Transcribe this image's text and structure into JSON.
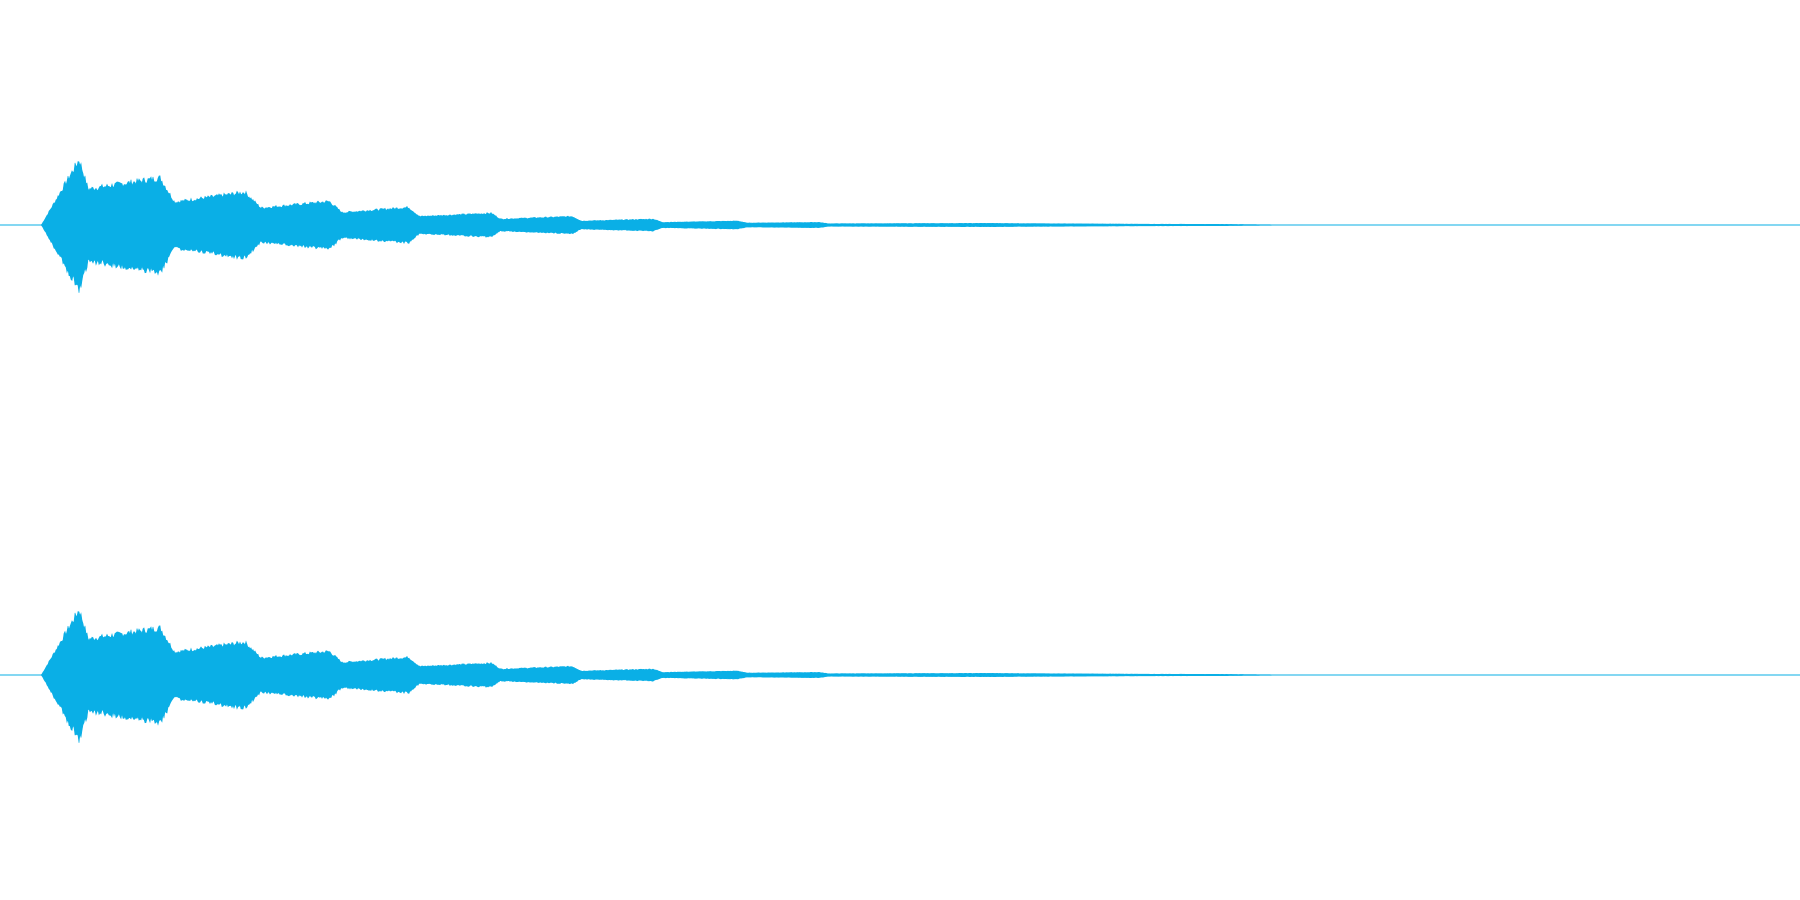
{
  "waveform": {
    "color": "#0aafe6",
    "background": "#ffffff",
    "channels": [
      {
        "name": "channel-1"
      },
      {
        "name": "channel-2"
      }
    ],
    "envelope": {
      "description_free": true,
      "peak_amplitude": 1.0,
      "segments": [
        {
          "start": 0.023,
          "peak": 0.044,
          "end": 0.049,
          "amp_start": 0.0,
          "amp_peak": 1.0,
          "amp_end": 0.55
        },
        {
          "start": 0.049,
          "peak": 0.089,
          "end": 0.097,
          "amp_start": 0.55,
          "amp_peak": 0.72,
          "amp_end": 0.35
        },
        {
          "start": 0.097,
          "peak": 0.136,
          "end": 0.145,
          "amp_start": 0.35,
          "amp_peak": 0.5,
          "amp_end": 0.26
        },
        {
          "start": 0.145,
          "peak": 0.183,
          "end": 0.19,
          "amp_start": 0.26,
          "amp_peak": 0.36,
          "amp_end": 0.19
        },
        {
          "start": 0.19,
          "peak": 0.227,
          "end": 0.233,
          "amp_start": 0.19,
          "amp_peak": 0.27,
          "amp_end": 0.13
        },
        {
          "start": 0.233,
          "peak": 0.273,
          "end": 0.278,
          "amp_start": 0.13,
          "amp_peak": 0.18,
          "amp_end": 0.09
        },
        {
          "start": 0.278,
          "peak": 0.318,
          "end": 0.323,
          "amp_start": 0.09,
          "amp_peak": 0.13,
          "amp_end": 0.06
        },
        {
          "start": 0.323,
          "peak": 0.363,
          "end": 0.368,
          "amp_start": 0.06,
          "amp_peak": 0.09,
          "amp_end": 0.04
        },
        {
          "start": 0.368,
          "peak": 0.41,
          "end": 0.415,
          "amp_start": 0.04,
          "amp_peak": 0.06,
          "amp_end": 0.03
        },
        {
          "start": 0.415,
          "peak": 0.455,
          "end": 0.46,
          "amp_start": 0.03,
          "amp_peak": 0.04,
          "amp_end": 0.02
        },
        {
          "start": 0.46,
          "peak": 0.55,
          "end": 0.64,
          "amp_start": 0.02,
          "amp_peak": 0.025,
          "amp_end": 0.012
        },
        {
          "start": 0.64,
          "peak": 0.68,
          "end": 0.725,
          "amp_start": 0.012,
          "amp_peak": 0.01,
          "amp_end": 0.0
        }
      ]
    }
  }
}
